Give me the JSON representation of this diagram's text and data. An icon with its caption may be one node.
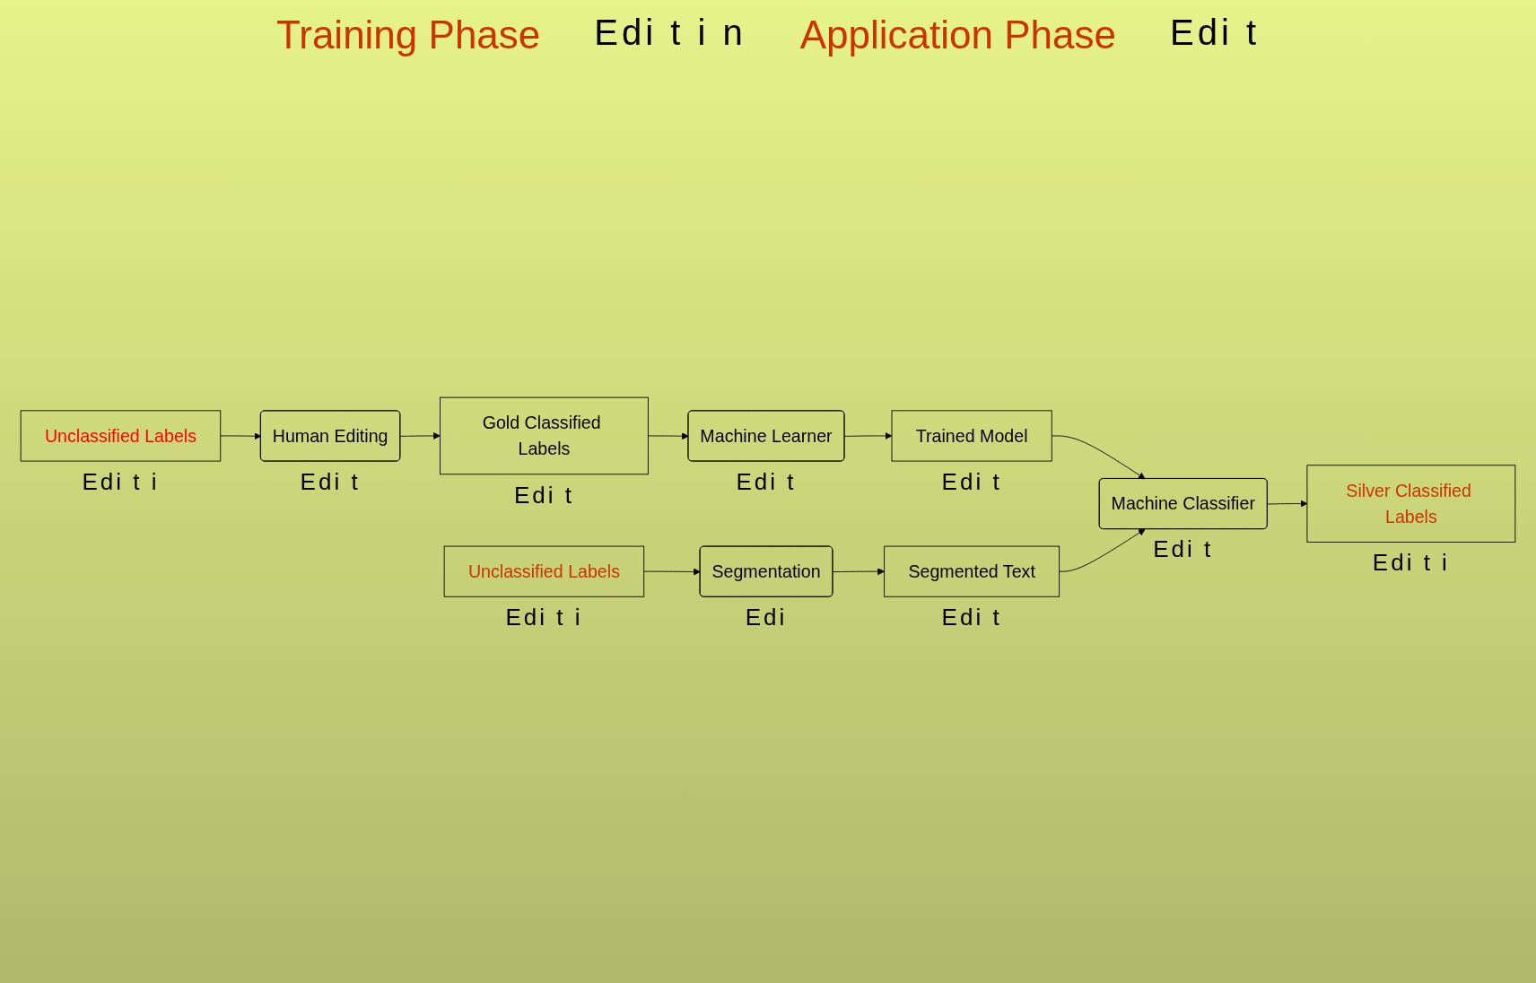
{
  "diagram": {
    "nodes": [
      {
        "text": [
          "Unclassified Labels"
        ],
        "beside": [
          "Edi t i"
        ]
      },
      {
        "text": [
          "Human Editing"
        ],
        "beside": [
          "Edi t"
        ]
      },
      {
        "text": [
          "Gold Classified Labels"
        ],
        "beside": [
          "Edi t"
        ]
      },
      {
        "text": [
          "Machine Learner"
        ],
        "beside": [
          "Edi t"
        ]
      },
      {
        "text": [
          "Trained Model"
        ],
        "beside": [
          "Edi t"
        ]
      },
      {
        "text": [
          "Unclassified Labels"
        ],
        "beside": [
          "Edi t i"
        ]
      },
      {
        "text": [
          "Segmentation"
        ],
        "beside": [
          "Edi"
        ]
      },
      {
        "text": [
          "Segmented Text"
        ],
        "beside": [
          "Edi t"
        ]
      },
      {
        "text": [
          "Machine Classifier"
        ],
        "beside": [
          "Edi t"
        ]
      },
      {
        "text": [
          "Silver Classified Labels"
        ],
        "beside": [
          "Edi t i"
        ]
      }
    ],
    "edges": [
      {
        "from": 0,
        "to": 1,
        "arrow": "to"
      },
      {
        "from": 1,
        "to": 2,
        "arrow": "to"
      },
      {
        "from": 2,
        "to": 3,
        "arrow": "to"
      },
      {
        "from": 3,
        "to": 4,
        "arrow": "to"
      },
      {
        "from": 4,
        "to": 8,
        "arrow": "to"
      },
      {
        "from": 5,
        "to": 6,
        "arrow": "to"
      },
      {
        "from": 6,
        "to": 7,
        "arrow": "to"
      },
      {
        "from": 7,
        "to": 8,
        "arrow": "to"
      },
      {
        "from": 8,
        "to": 9,
        "arrow": "to"
      }
    ],
    "labels": [
      "Training Phase",
      "Edi t i n",
      "Application Phase",
      "Edi t"
    ]
  }
}
